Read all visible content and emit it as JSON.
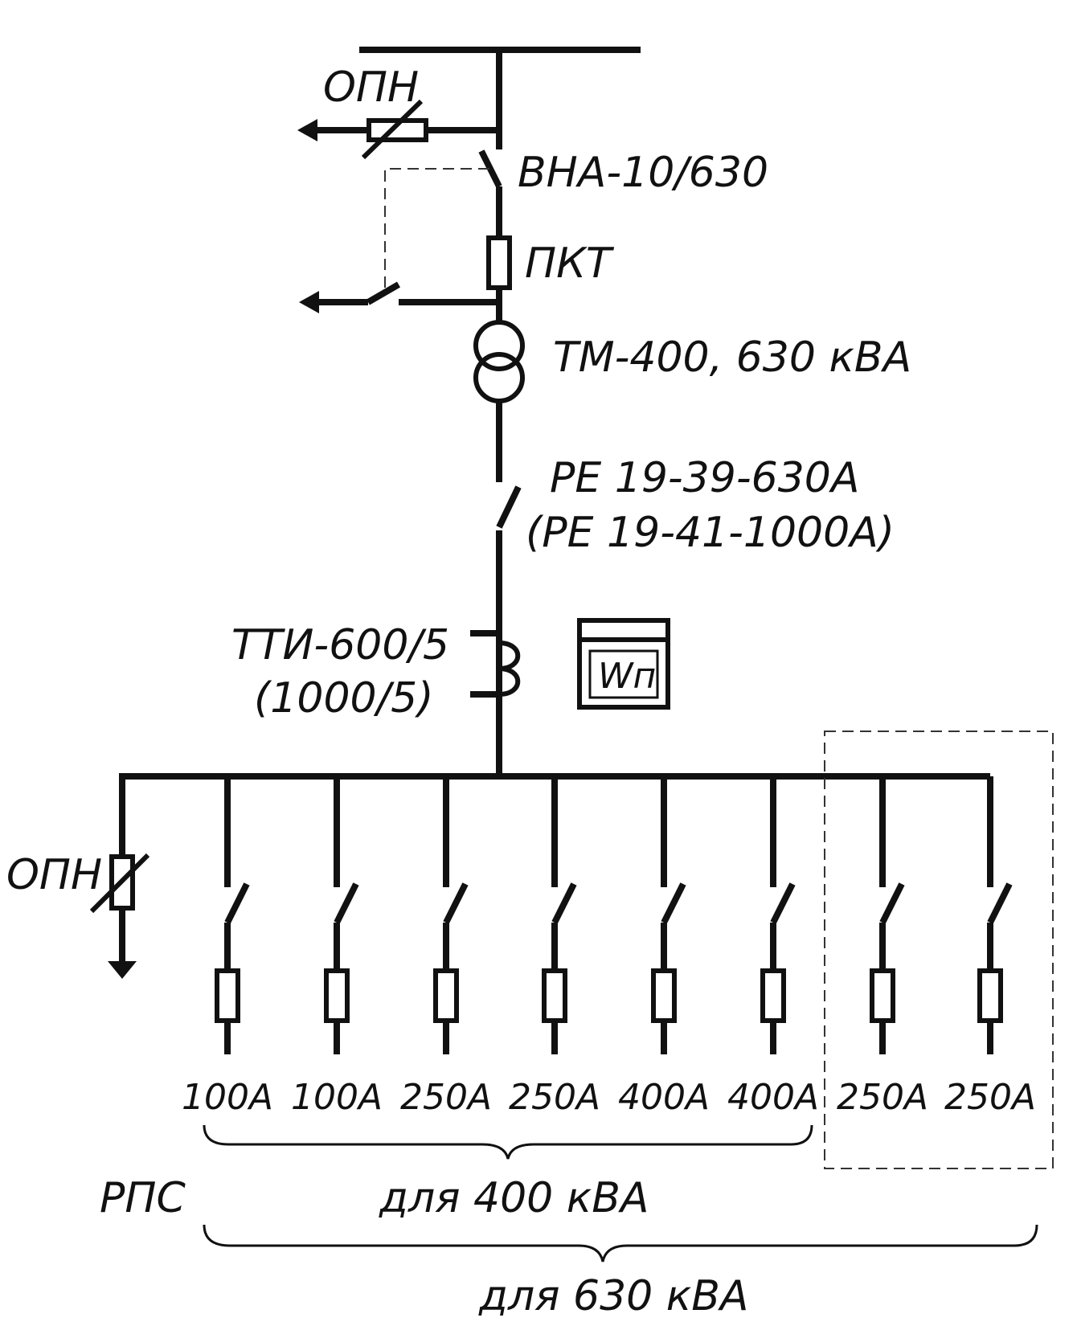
{
  "labels": {
    "surge_arrester_top": "ОПН",
    "switch_disconnector": "ВНА-10/630",
    "hv_fuse": "ПКТ",
    "transformer": "ТМ-400, 630 кВА",
    "lv_breaker_line1": "РЕ 19-39-630А",
    "lv_breaker_line2": "(РЕ 19-41-1000А)",
    "current_transformer_line1": "ТТИ-600/5",
    "current_transformer_line2": "(1000/5)",
    "meter": "Wп",
    "surge_arrester_bottom": "ОПН",
    "feeders_group": "РПС",
    "group_400": "для 400 кВА",
    "group_630": "для 630 кВА"
  },
  "feeders": [
    "100А",
    "100А",
    "250А",
    "250А",
    "400А",
    "400А",
    "250А",
    "250А"
  ],
  "colors": {
    "line": "#111111",
    "background": "#ffffff"
  }
}
